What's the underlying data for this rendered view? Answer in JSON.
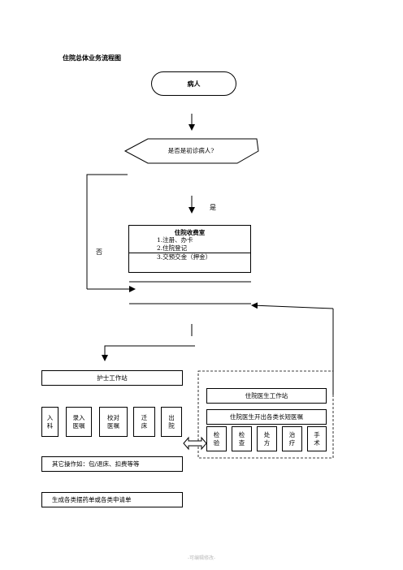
{
  "title": "住院总体业务流程图",
  "patient": "病人",
  "decision": "是否是初诊病人?",
  "yes_label": "是",
  "no_label": "否",
  "billing": {
    "title": "住院收费室",
    "items": [
      "1.注册、办卡",
      "2.住院登记",
      "3.交预交金（押金）"
    ]
  },
  "nurse_station": {
    "title": "护士工作站",
    "tasks": [
      {
        "line1": "入",
        "line2": "科"
      },
      {
        "line1": "录入",
        "line2": "医嘱"
      },
      {
        "line1": "校对",
        "line2": "医嘱"
      },
      {
        "line1": "迁",
        "line2": "床"
      },
      {
        "line1": "出",
        "line2": "院"
      }
    ],
    "other_ops": "其它操作如：包/退床、扣费等等",
    "generate": "生成各类摆药单或各类申请单"
  },
  "doctor_station": {
    "title": "住院医生工作站",
    "orders": "住院医生开出各类长短医嘱",
    "items": [
      {
        "line1": "检",
        "line2": "验"
      },
      {
        "line1": "检",
        "line2": "查"
      },
      {
        "line1": "处",
        "line2": "方"
      },
      {
        "line1": "治",
        "line2": "疗"
      },
      {
        "line1": "手",
        "line2": "术"
      }
    ]
  },
  "footer": "-可编辑修改-"
}
